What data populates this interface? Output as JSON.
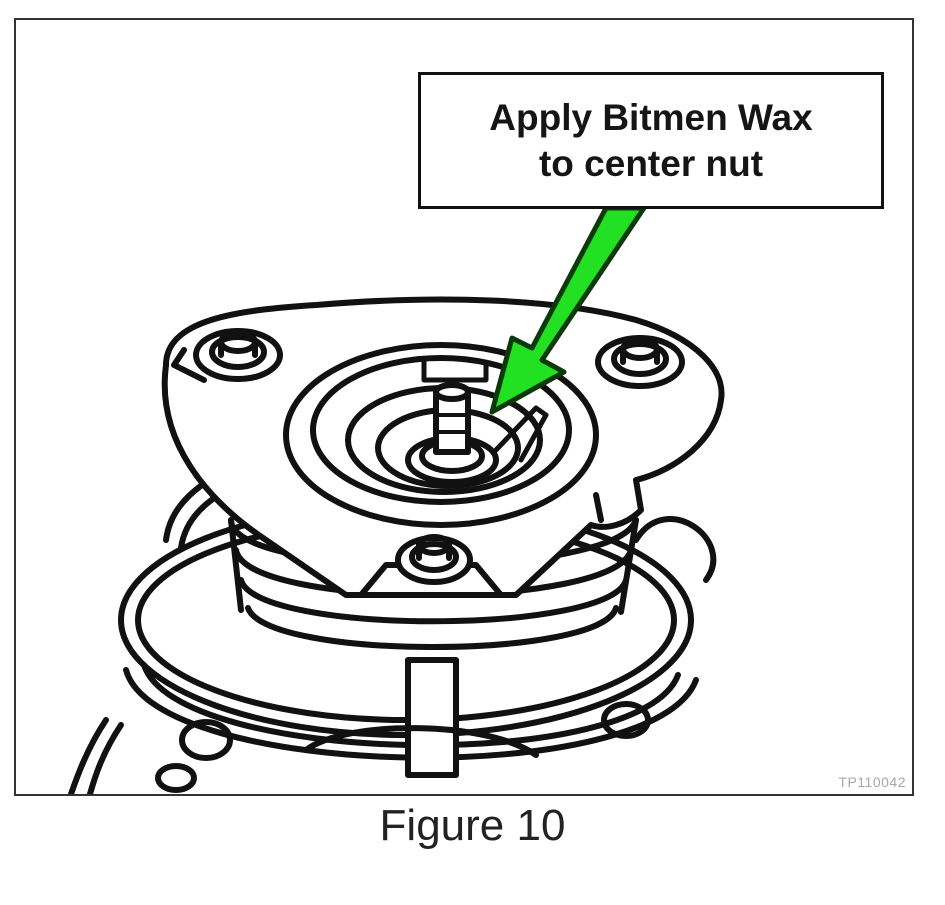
{
  "callout": {
    "line1": "Apply Bitmen Wax",
    "line2": "to center nut"
  },
  "image_code": "TP110042",
  "caption": "Figure 10",
  "colors": {
    "arrow_fill": "#22e022",
    "arrow_outline": "#0a3a0a",
    "line_art": "#111111"
  },
  "icons": [
    "green-pointer-arrow",
    "strut-mount-line-drawing"
  ]
}
